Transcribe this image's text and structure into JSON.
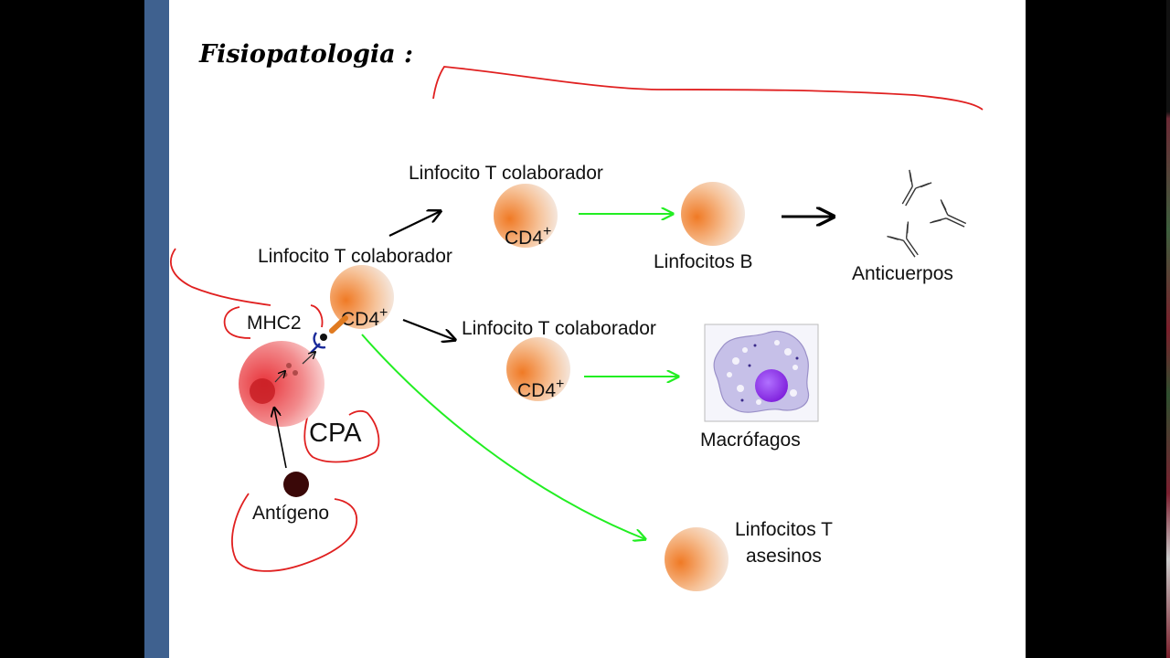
{
  "slide": {
    "title": "Fisiopatologia :"
  },
  "labels": {
    "linfocito_t_colaborador_top": "Linfocito T colaborador",
    "linfocito_t_colaborador_center": "Linfocito T colaborador",
    "linfocito_t_colaborador_mid": "Linfocito T colaborador",
    "cd4": "CD4",
    "cd4_sup": "+",
    "mhc2": "MHC2",
    "cpa": "CPA",
    "antigeno": "Antígeno",
    "linfocitos_b": "Linfocitos B",
    "anticuerpos": "Anticuerpos",
    "macrofagos": "Macrófagos",
    "linfocitos_t_line1": "Linfocitos T",
    "linfocitos_t_line2": "asesinos"
  },
  "colors": {
    "sidebar": "#3f618f",
    "annotation_red": "#e02020",
    "green_arrow": "#22ee22",
    "cell_orange": "#f08a3a",
    "cpa_red": "#e83a3a",
    "macrophage_nucleus": "#8a2be2"
  }
}
